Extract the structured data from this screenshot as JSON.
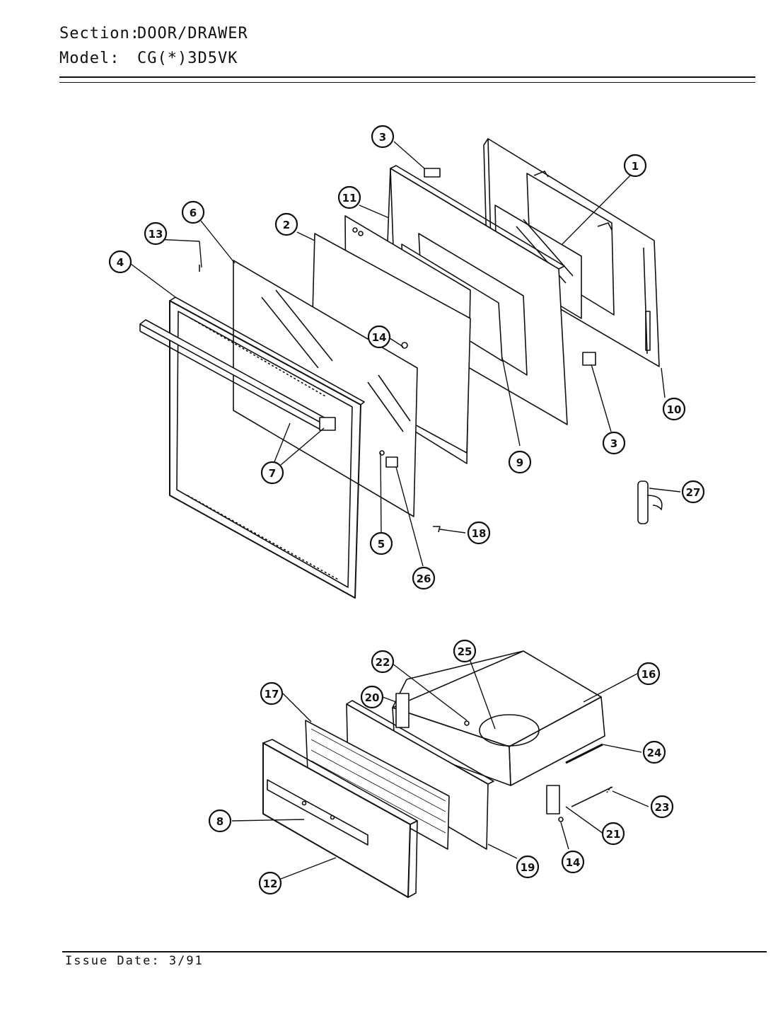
{
  "header": {
    "section_label": "Section:",
    "section_value": "DOOR/DRAWER",
    "model_label": "Model:",
    "model_value": "CG(*)3D5VK"
  },
  "footer": {
    "issue_label": "Issue Date:",
    "issue_value": "3/91"
  },
  "callouts": [
    "1",
    "2",
    "3",
    "3",
    "4",
    "5",
    "6",
    "7",
    "8",
    "9",
    "10",
    "11",
    "12",
    "13",
    "14",
    "14",
    "16",
    "17",
    "18",
    "19",
    "20",
    "21",
    "22",
    "23",
    "24",
    "25",
    "26",
    "27"
  ]
}
